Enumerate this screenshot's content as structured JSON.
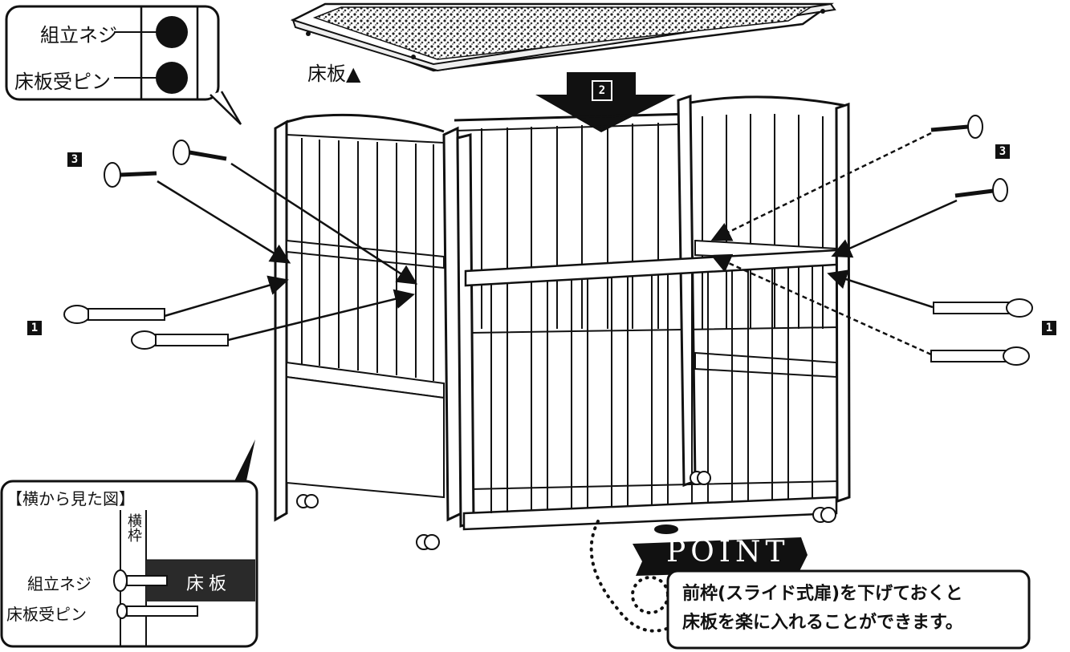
{
  "legend": {
    "items": [
      {
        "label": "組立ネジ"
      },
      {
        "label": "床板受ピン"
      }
    ]
  },
  "floor_board_label": "床板▲",
  "steps": {
    "one": "1",
    "two": "2",
    "three": "3"
  },
  "inset": {
    "title": "【横から見た図】",
    "frame_label": "横枠",
    "screw_label": "組立ネジ",
    "pin_label": "床板受ピン",
    "board_label": "床板"
  },
  "point": {
    "title": "POINT",
    "lines": [
      "前枠(スライド式扉)を下げておくと",
      "床板を楽に入れることができます。"
    ]
  },
  "colors": {
    "ink": "#111111",
    "paper": "#ffffff",
    "board_fill": "#2a2a2a"
  }
}
